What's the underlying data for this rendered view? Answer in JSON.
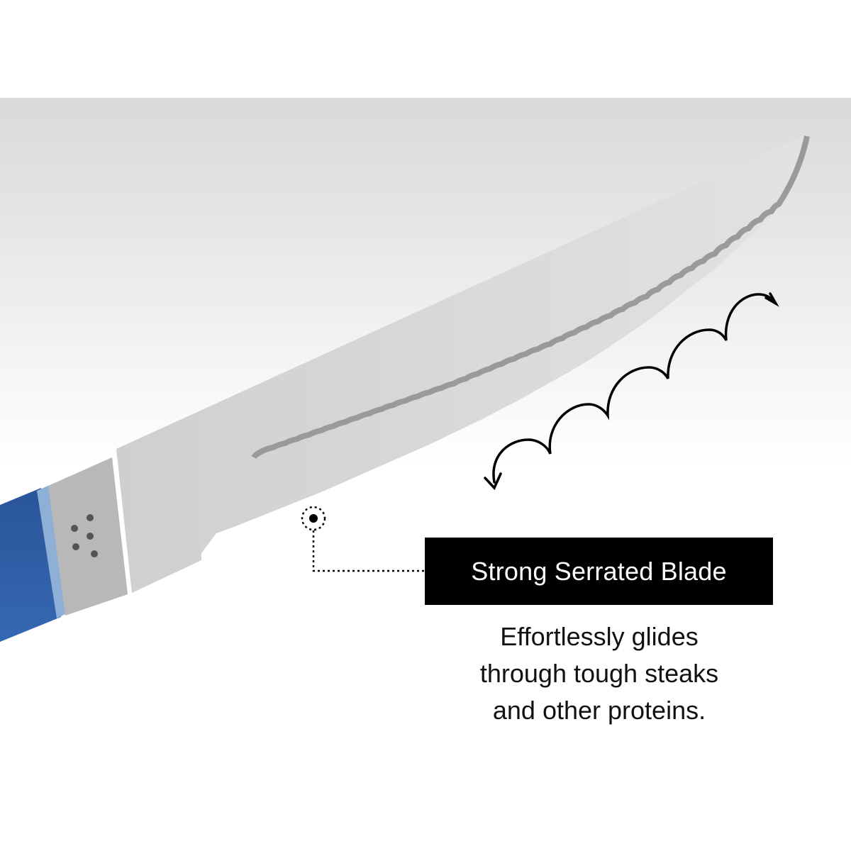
{
  "feature": {
    "title": "Strong Serrated Blade",
    "description_lines": [
      "Effortlessly glides",
      "through tough steaks",
      "and other proteins."
    ]
  },
  "illustration": {
    "subject": "serrated steak knife blade with blue handle",
    "callout_marker": "dotted-circle-pointer",
    "motion_indicator": "scalloped-sawing-arrow"
  },
  "colors": {
    "background_band_top": "#d9d9d9",
    "background": "#ffffff",
    "blade": "#d4d4d4",
    "blade_edge": "#9a9a9a",
    "bolster": "#b9b9b9",
    "handle": "#2f5ea6",
    "handle_spacer": "#8fb0d6",
    "label_bg": "#000000",
    "label_text": "#ffffff",
    "caption_text": "#111111"
  }
}
